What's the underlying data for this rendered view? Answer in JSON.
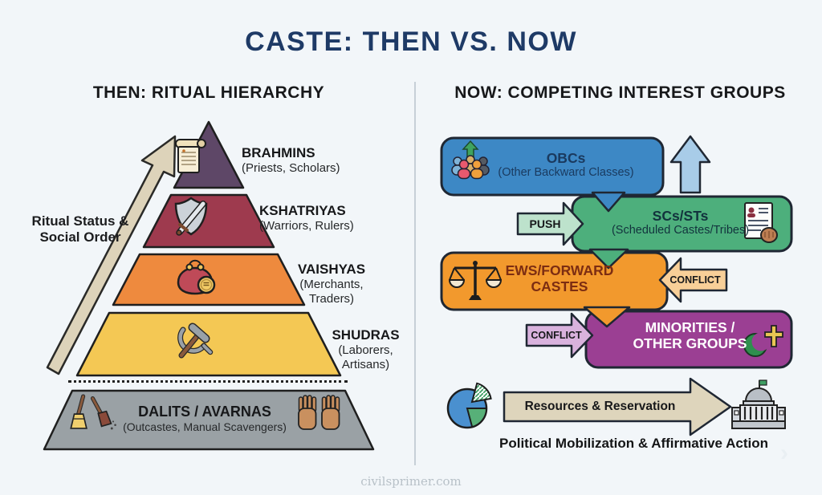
{
  "title": "CASTE: THEN VS. NOW",
  "watermark": "civilsprimer.com",
  "corner_chevron": "›",
  "colors": {
    "background": "#f2f6f9",
    "title": "#1e3a66",
    "heading": "#17181a",
    "outline": "#1f2733"
  },
  "left_panel": {
    "heading": "THEN: RITUAL HIERARCHY",
    "axis_label_line1": "Ritual Status &",
    "axis_label_line2": "Social Order",
    "arrow_color": "#ddd3ba",
    "levels": [
      {
        "name": "BRAHMINS",
        "desc": "(Priests, Scholars)",
        "color": "#5e4767",
        "icon": "scroll-icon"
      },
      {
        "name": "KSHATRIYAS",
        "desc": "(Warriors, Rulers)",
        "color": "#9e3a4e",
        "icon": "shield-sword-icon"
      },
      {
        "name": "VAISHYAS",
        "desc": "(Merchants, Traders)",
        "color": "#ee8a3e",
        "icon": "coin-purse-icon"
      },
      {
        "name": "SHUDRAS",
        "desc": "(Laborers, Artisans)",
        "color": "#f4c854",
        "icon": "hammer-sickle-icon"
      },
      {
        "name": "DALITS / AVARNAS",
        "desc": "(Outcastes, Manual Scavengers)",
        "color": "#9aa1a5",
        "icon": "brooms-and-hands-icons"
      }
    ]
  },
  "right_panel": {
    "heading": "NOW: COMPETING INTEREST GROUPS",
    "groups": [
      {
        "name": "OBCs",
        "desc": "(Other Backward Classes)",
        "color": "#3d88c5",
        "icon": "people-group-icon"
      },
      {
        "name": "SCs/STs",
        "desc": "(Scheduled Castes/Tribes)",
        "color": "#4daf7c",
        "icon": "ballot-fist-icon"
      },
      {
        "name_line1": "EWS/FORWARD",
        "name_line2": "CASTES",
        "color": "#f2992d",
        "icon": "balance-scale-icon"
      },
      {
        "name_line1": "MINORITIES /",
        "name_line2": "OTHER GROUPS",
        "color": "#9b3f93",
        "icon": "crescent-cross-icon"
      }
    ],
    "push_label": "PUSH",
    "conflict_label_right": "CONFLICT",
    "conflict_label_left": "CONFLICT",
    "resources_label": "Resources & Reservation",
    "footer": "Political Mobilization & Affirmative Action",
    "arrow_colors": {
      "up": "#a8cce8",
      "push": "#bde2cc",
      "conflict_right": "#f8cf98",
      "conflict_left": "#d9b2dd",
      "resources": "#ded5bc"
    }
  }
}
